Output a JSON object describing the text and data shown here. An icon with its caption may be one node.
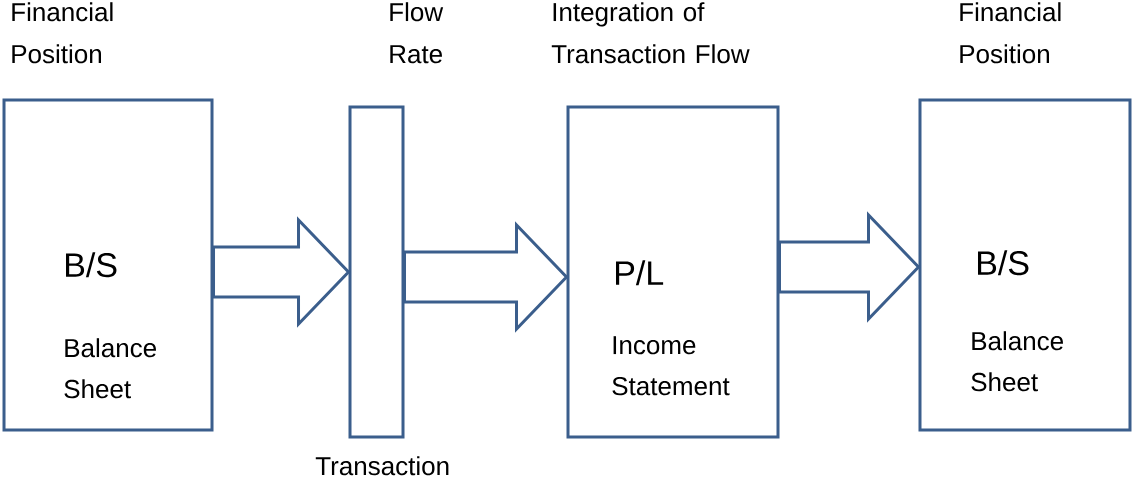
{
  "diagram": {
    "nodes": [
      {
        "text": [
          "Financial Position",
          "B/S",
          "Balance Sheet"
        ]
      },
      {
        "text": [
          "Flow Rate"
        ],
        "beside": [
          "Transaction"
        ]
      },
      {
        "text": [
          "Integration of Transaction Flow",
          "P/L",
          "Income Statement"
        ]
      },
      {
        "text": [
          "Financial Position",
          "B/S",
          "Balance Sheet"
        ]
      }
    ],
    "edges": [
      {
        "from": 0,
        "to": 1,
        "arrow": "to"
      },
      {
        "from": 1,
        "to": 2,
        "arrow": "to"
      },
      {
        "from": 2,
        "to": 3,
        "arrow": "to"
      }
    ]
  }
}
